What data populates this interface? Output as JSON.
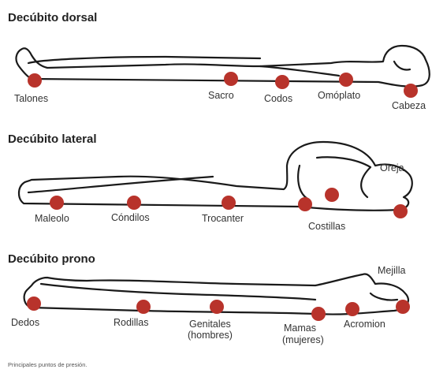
{
  "dot_color": "#b8332b",
  "line_color": "#1a1a1a",
  "sections": [
    {
      "title": "Decúbito dorsal",
      "points": [
        "Talones",
        "Sacro",
        "Codos",
        "Omóplato",
        "Cabeza"
      ]
    },
    {
      "title": "Decúbito lateral",
      "points": [
        "Oreja",
        "Maleolo",
        "Cóndilos",
        "Trocanter",
        "Costillas"
      ]
    },
    {
      "title": "Decúbito prono",
      "points": [
        "Mejilla",
        "Dedos",
        "Rodillas",
        "Genitales",
        "(hombres)",
        "Mamas",
        "(mujeres)",
        "Acromion"
      ]
    }
  ],
  "caption": "Principales puntos de presión."
}
